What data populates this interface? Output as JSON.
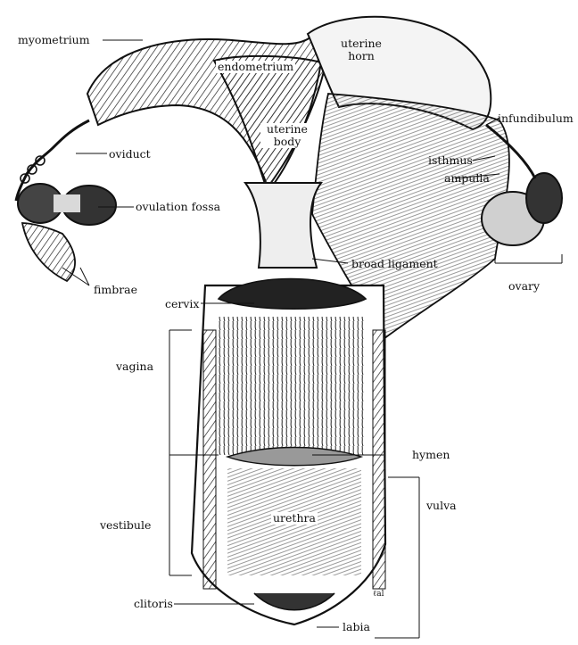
{
  "diagram": {
    "labels": {
      "myometrium": "myometrium",
      "endometrium": "endometrium",
      "uterine_horn": "uterine\nhorn",
      "uterine_body": "uterine\nbody",
      "infundibulum": "infundibulum",
      "oviduct": "oviduct",
      "isthmus": "isthmus",
      "ampulla": "ampulla",
      "ovulation_fossa": "ovulation fossa",
      "broad_ligament": "broad ligament",
      "fimbrae": "fimbrae",
      "ovary": "ovary",
      "cervix": "cervix",
      "vagina": "vagina",
      "hymen": "hymen",
      "urethra": "urethra",
      "vestibule": "vestibule",
      "vulva": "vulva",
      "clitoris": "clitoris",
      "labia": "labia"
    },
    "colors": {
      "ink": "#111111",
      "paper": "#ffffff",
      "tissue": "#d9d9d9"
    }
  }
}
